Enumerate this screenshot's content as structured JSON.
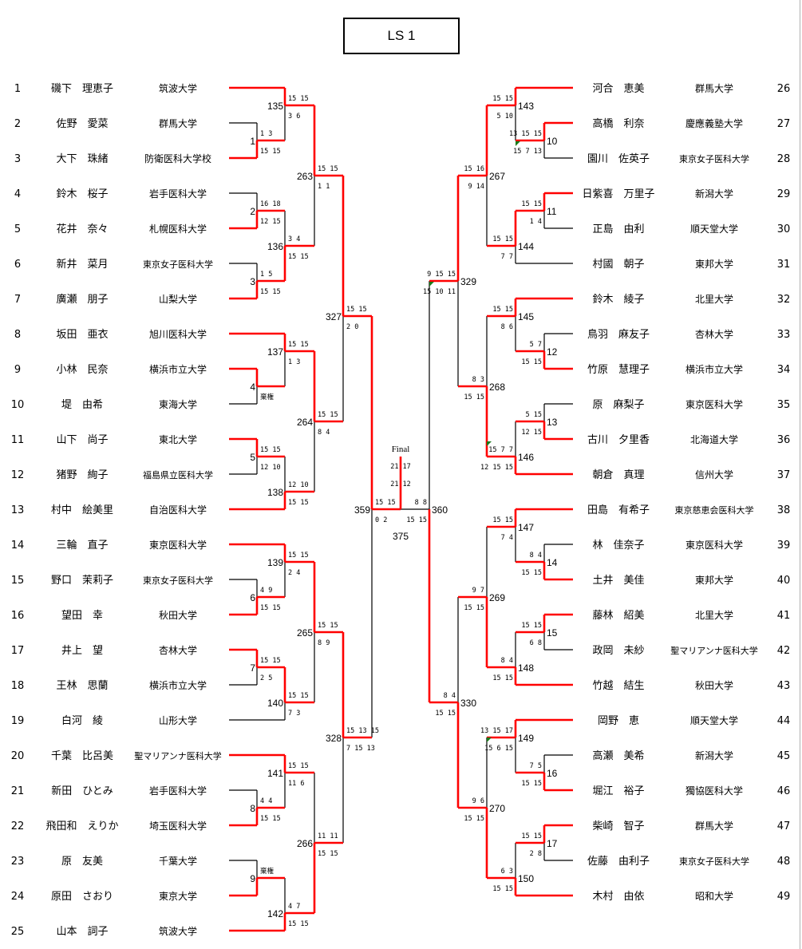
{
  "title": "LS 1",
  "colors": {
    "win": "#ff0000",
    "line": "#000000",
    "comment_marker": "#1a7a1a"
  },
  "players": [
    {
      "no": "1",
      "name": "磯下　理恵子",
      "school": "筑波大学"
    },
    {
      "no": "2",
      "name": "佐野　愛菜",
      "school": "群馬大学"
    },
    {
      "no": "3",
      "name": "大下　珠緒",
      "school": "防衛医科大学校"
    },
    {
      "no": "4",
      "name": "鈴木　桜子",
      "school": "岩手医科大学"
    },
    {
      "no": "5",
      "name": "花井　奈々",
      "school": "札幌医科大学"
    },
    {
      "no": "6",
      "name": "新井　菜月",
      "school": "東京女子医科大学"
    },
    {
      "no": "7",
      "name": "廣瀬　朋子",
      "school": "山梨大学"
    },
    {
      "no": "8",
      "name": "坂田　亜衣",
      "school": "旭川医科大学"
    },
    {
      "no": "9",
      "name": "小林　民奈",
      "school": "横浜市立大学"
    },
    {
      "no": "10",
      "name": "堤　由希",
      "school": "東海大学"
    },
    {
      "no": "11",
      "name": "山下　尚子",
      "school": "東北大学"
    },
    {
      "no": "12",
      "name": "猪野　絢子",
      "school": "福島県立医科大学"
    },
    {
      "no": "13",
      "name": "村中　絵美里",
      "school": "自治医科大学"
    },
    {
      "no": "14",
      "name": "三輪　直子",
      "school": "東京医科大学"
    },
    {
      "no": "15",
      "name": "野口　茉莉子",
      "school": "東京女子医科大学"
    },
    {
      "no": "16",
      "name": "望田　幸",
      "school": "秋田大学"
    },
    {
      "no": "17",
      "name": "井上　望",
      "school": "杏林大学"
    },
    {
      "no": "18",
      "name": "王林　思蘭",
      "school": "横浜市立大学"
    },
    {
      "no": "19",
      "name": "白河　綾",
      "school": "山形大学"
    },
    {
      "no": "20",
      "name": "千葉　比呂美",
      "school": "聖マリアンナ医科大学"
    },
    {
      "no": "21",
      "name": "新田　ひとみ",
      "school": "岩手医科大学"
    },
    {
      "no": "22",
      "name": "飛田和　えりか",
      "school": "埼玉医科大学"
    },
    {
      "no": "23",
      "name": "原　友美",
      "school": "千葉大学"
    },
    {
      "no": "24",
      "name": "原田　さおり",
      "school": "東京大学"
    },
    {
      "no": "25",
      "name": "山本　詞子",
      "school": "筑波大学"
    },
    {
      "no": "26",
      "name": "河合　恵美",
      "school": "群馬大学"
    },
    {
      "no": "27",
      "name": "高橋　利奈",
      "school": "慶應義塾大学"
    },
    {
      "no": "28",
      "name": "園川　佐英子",
      "school": "東京女子医科大学"
    },
    {
      "no": "29",
      "name": "日紫喜　万里子",
      "school": "新潟大学"
    },
    {
      "no": "30",
      "name": "正島　由利",
      "school": "順天堂大学"
    },
    {
      "no": "31",
      "name": "村國　朝子",
      "school": "東邦大学"
    },
    {
      "no": "32",
      "name": "鈴木　綾子",
      "school": "北里大学"
    },
    {
      "no": "33",
      "name": "鳥羽　麻友子",
      "school": "杏林大学"
    },
    {
      "no": "34",
      "name": "竹原　慧理子",
      "school": "横浜市立大学"
    },
    {
      "no": "35",
      "name": "原　麻梨子",
      "school": "東京医科大学"
    },
    {
      "no": "36",
      "name": "古川　夕里香",
      "school": "北海道大学"
    },
    {
      "no": "37",
      "name": "朝倉　真理",
      "school": "信州大学"
    },
    {
      "no": "38",
      "name": "田島　有希子",
      "school": "東京慈恵会医科大学"
    },
    {
      "no": "39",
      "name": "林　佳奈子",
      "school": "東京医科大学"
    },
    {
      "no": "40",
      "name": "土井　美佳",
      "school": "東邦大学"
    },
    {
      "no": "41",
      "name": "藤林　紹美",
      "school": "北里大学"
    },
    {
      "no": "42",
      "name": "政岡　未紗",
      "school": "聖マリアンナ医科大学"
    },
    {
      "no": "43",
      "name": "竹越　結生",
      "school": "秋田大学"
    },
    {
      "no": "44",
      "name": "岡野　恵",
      "school": "順天堂大学"
    },
    {
      "no": "45",
      "name": "高瀬　美希",
      "school": "新潟大学"
    },
    {
      "no": "46",
      "name": "堀江　裕子",
      "school": "獨協医科大学"
    },
    {
      "no": "47",
      "name": "柴崎　智子",
      "school": "群馬大学"
    },
    {
      "no": "48",
      "name": "佐藤　由利子",
      "school": "東京女子医科大学"
    },
    {
      "no": "49",
      "name": "木村　由依",
      "school": "昭和大学"
    }
  ],
  "matches": {
    "M1": {
      "label": "1",
      "top": "1 3",
      "bottom": "15 15",
      "winner": "bottom"
    },
    "M2": {
      "label": "2",
      "top": "16 18",
      "bottom": "12 15",
      "winner": "bottom"
    },
    "M3": {
      "label": "3",
      "top": "1 5",
      "bottom": "15 15",
      "winner": "bottom"
    },
    "M4": {
      "label": "4",
      "top": "",
      "bottom": "棄権",
      "winner": "top"
    },
    "M5": {
      "label": "5",
      "top": "15 15",
      "bottom": "12 10",
      "winner": "top"
    },
    "M6": {
      "label": "6",
      "top": "4 9",
      "bottom": "15 15",
      "winner": "bottom"
    },
    "M7": {
      "label": "7",
      "top": "15 15",
      "bottom": "2 5",
      "winner": "top"
    },
    "M8": {
      "label": "8",
      "top": "4 4",
      "bottom": "15 15",
      "winner": "bottom"
    },
    "M9": {
      "label": "9",
      "top": "棄権",
      "bottom": "",
      "winner": "bottom"
    },
    "135": {
      "label": "135",
      "top": "15 15",
      "bottom": "3 6",
      "winner": "top"
    },
    "136": {
      "label": "136",
      "top": "3 4",
      "bottom": "15 15",
      "winner": "bottom"
    },
    "137": {
      "label": "137",
      "top": "15 15",
      "bottom": "1 3",
      "winner": "top"
    },
    "138": {
      "label": "138",
      "top": "12 10",
      "bottom": "15 15",
      "winner": "bottom"
    },
    "139": {
      "label": "139",
      "top": "15 15",
      "bottom": "2 4",
      "winner": "top"
    },
    "140": {
      "label": "140",
      "top": "15 15",
      "bottom": "7 3",
      "winner": "top"
    },
    "141": {
      "label": "141",
      "top": "15 15",
      "bottom": "11 6",
      "winner": "top"
    },
    "142": {
      "label": "142",
      "top": "4 7",
      "bottom": "15 15",
      "winner": "bottom"
    },
    "263": {
      "label": "263",
      "top": "15 15",
      "bottom": "1 1",
      "winner": "top"
    },
    "264": {
      "label": "264",
      "top": "15 15",
      "bottom": "8 4",
      "winner": "top"
    },
    "265": {
      "label": "265",
      "top": "15 15",
      "bottom": "8 9",
      "winner": "top"
    },
    "266": {
      "label": "266",
      "top": "11 11",
      "bottom": "15 15",
      "winner": "bottom"
    },
    "327": {
      "label": "327",
      "top": "15 15",
      "bottom": "2 0",
      "winner": "top"
    },
    "328": {
      "label": "328",
      "top": "15 13 15",
      "bottom": "7 15 13",
      "winner": "top"
    },
    "359": {
      "label": "359",
      "top": "15 15",
      "bottom": "0 2",
      "winner": "top"
    },
    "M10": {
      "label": "10",
      "top": "13 15 15",
      "bottom": "15 7 13",
      "winner": "top"
    },
    "M11": {
      "label": "11",
      "top": "15 15",
      "bottom": "1 4",
      "winner": "top"
    },
    "M12": {
      "label": "12",
      "top": "5 7",
      "bottom": "15 15",
      "winner": "bottom"
    },
    "M13": {
      "label": "13",
      "top": "5 15",
      "bottom": "12 15",
      "winner": "bottom"
    },
    "M14": {
      "label": "14",
      "top": "8 4",
      "bottom": "15 15",
      "winner": "bottom"
    },
    "M15": {
      "label": "15",
      "top": "15 15",
      "bottom": "6 8",
      "winner": "top"
    },
    "M16": {
      "label": "16",
      "top": "7 5",
      "bottom": "15 15",
      "winner": "bottom"
    },
    "M17": {
      "label": "17",
      "top": "15 15",
      "bottom": "2 8",
      "winner": "top"
    },
    "143": {
      "label": "143",
      "top": "15 15",
      "bottom": "5 10",
      "winner": "top"
    },
    "144": {
      "label": "144",
      "top": "15 15",
      "bottom": "7 7",
      "winner": "top"
    },
    "145": {
      "label": "145",
      "top": "15 15",
      "bottom": "8 6",
      "winner": "top"
    },
    "146": {
      "label": "146",
      "top": "15 7 7",
      "bottom": "12 15 15",
      "winner": "bottom"
    },
    "147": {
      "label": "147",
      "top": "15 15",
      "bottom": "7 4",
      "winner": "top"
    },
    "148": {
      "label": "148",
      "top": "8 4",
      "bottom": "15 15",
      "winner": "bottom"
    },
    "149": {
      "label": "149",
      "top": "13 15 17",
      "bottom": "15 6 15",
      "winner": "top"
    },
    "150": {
      "label": "150",
      "top": "6 3",
      "bottom": "15 15",
      "winner": "bottom"
    },
    "267": {
      "label": "267",
      "top": "15 16",
      "bottom": "9 14",
      "winner": "top"
    },
    "268": {
      "label": "268",
      "top": "8 3",
      "bottom": "15 15",
      "winner": "bottom"
    },
    "269": {
      "label": "269",
      "top": "9 7",
      "bottom": "15 15",
      "winner": "bottom"
    },
    "270": {
      "label": "270",
      "top": "9 6",
      "bottom": "15 15",
      "winner": "bottom"
    },
    "329": {
      "label": "329",
      "top": "9 15 15",
      "bottom": "15 10 11",
      "winner": "top"
    },
    "330": {
      "label": "330",
      "top": "8 4",
      "bottom": "15 15",
      "winner": "bottom"
    },
    "360": {
      "label": "360",
      "top": "8 8",
      "bottom": "15 15",
      "winner": "bottom"
    }
  },
  "final": {
    "label": "Final",
    "scores": [
      "21 17",
      "21 12"
    ],
    "number": "375",
    "winner": "left"
  }
}
